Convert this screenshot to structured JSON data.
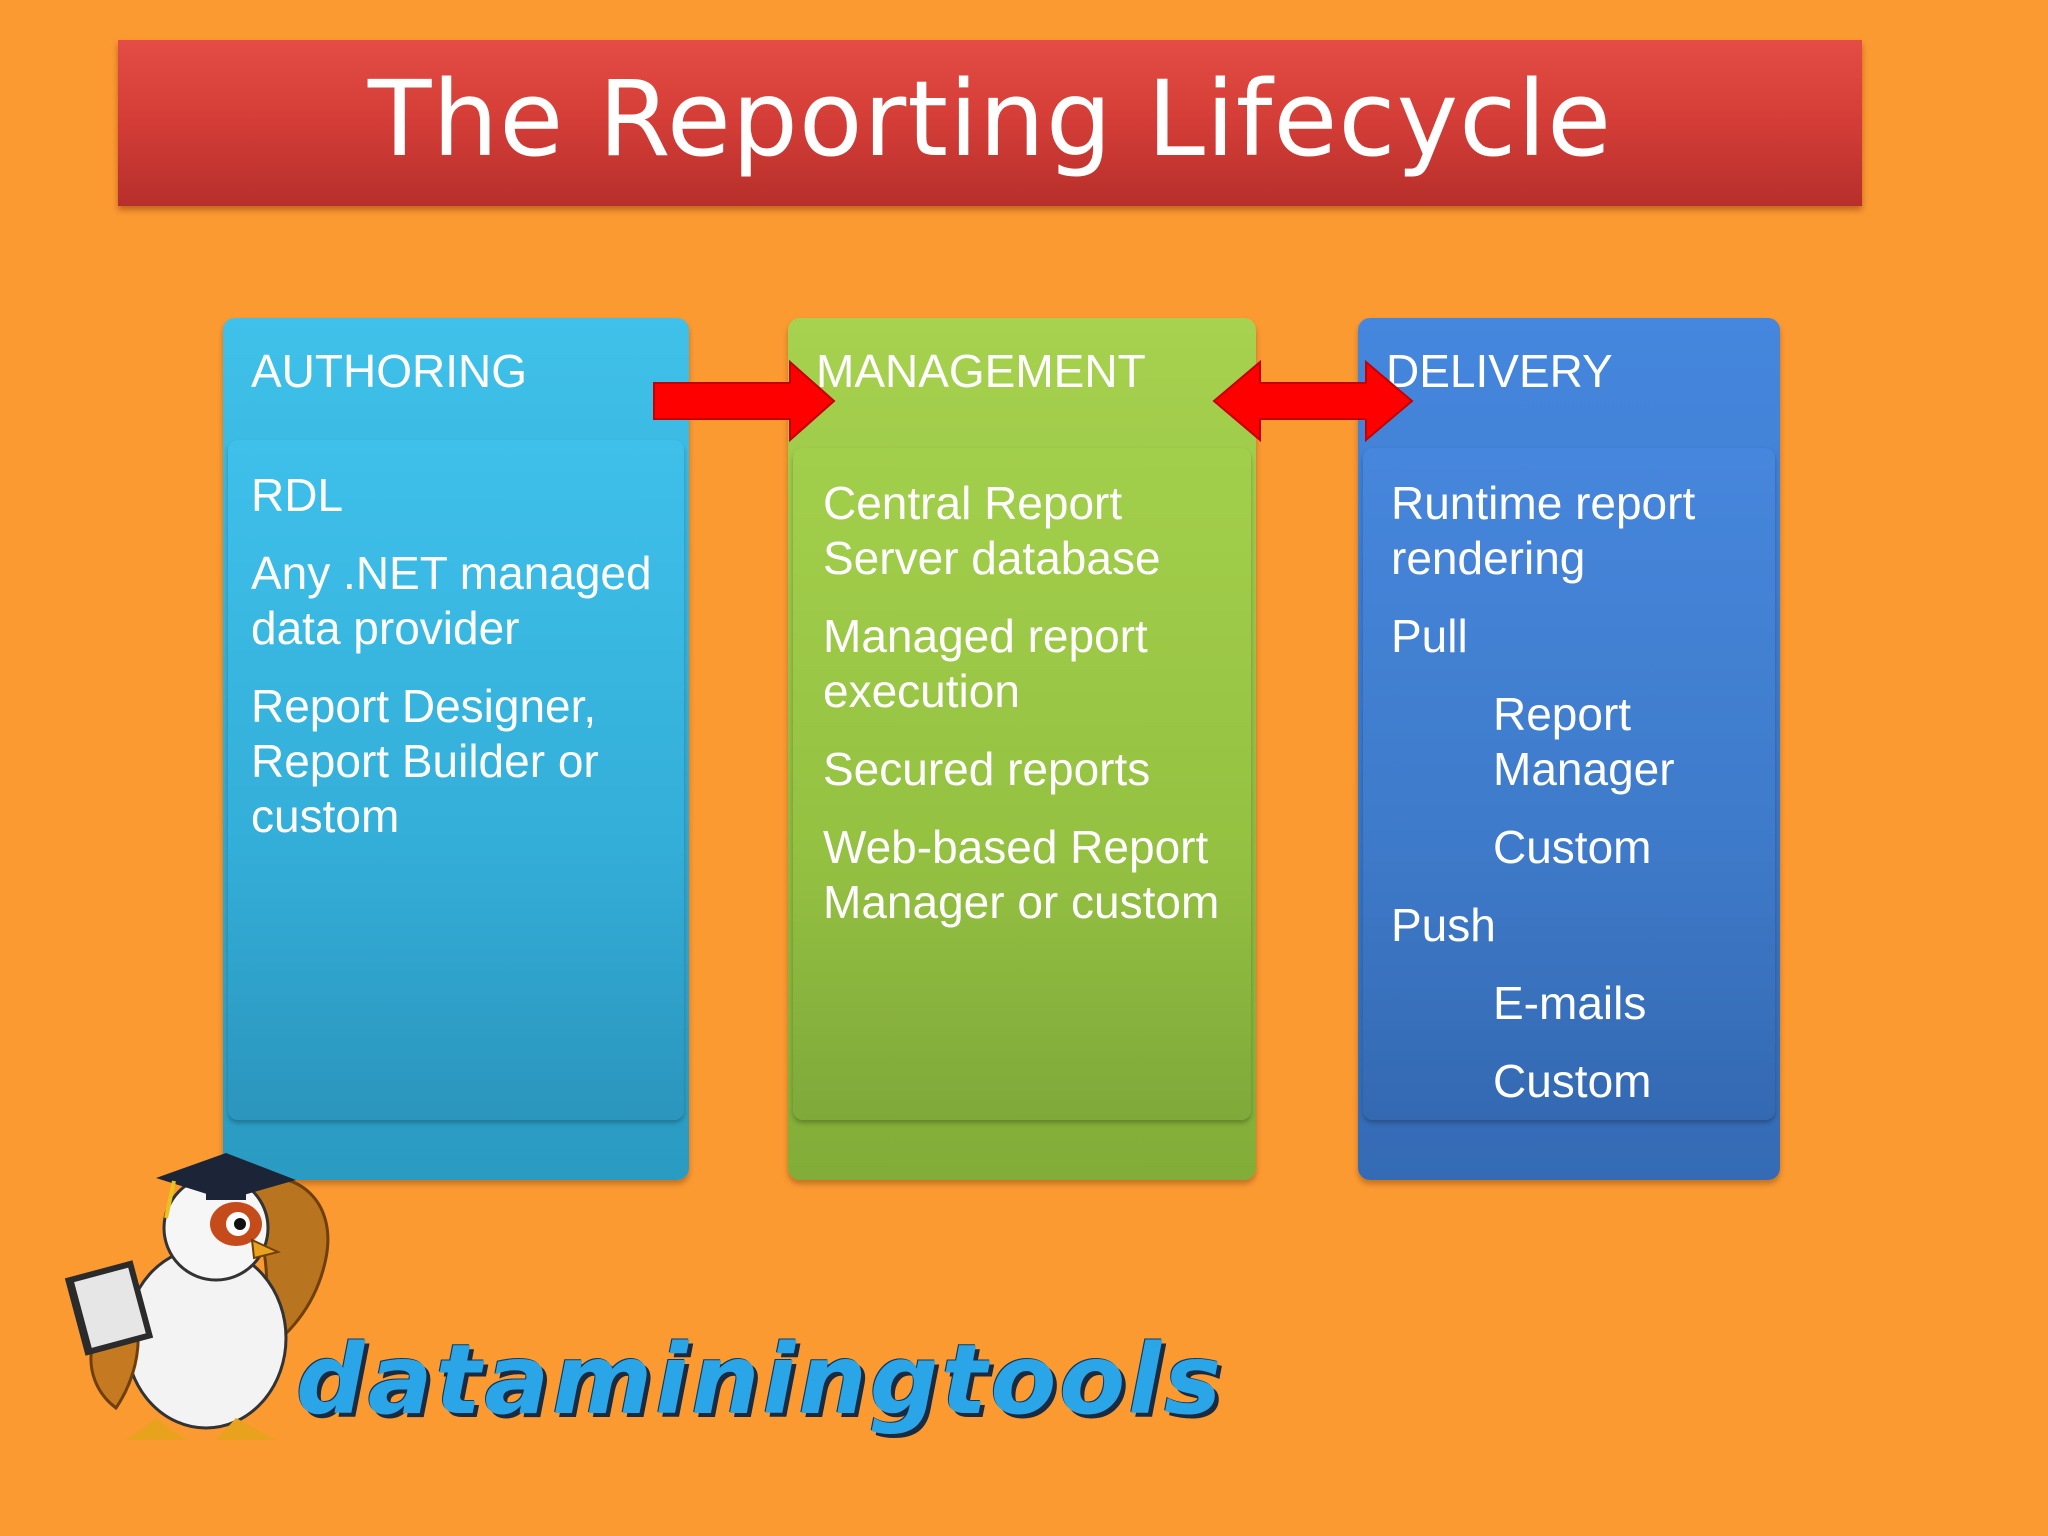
{
  "title": "The Reporting Lifecycle",
  "columns": [
    {
      "name": "authoring",
      "heading": "AUTHORING",
      "color": "#3fc1ea",
      "items": [
        {
          "text": "RDL",
          "level": 0
        },
        {
          "text": "Any .NET managed data provider",
          "level": 0
        },
        {
          "text": "Report Designer, Report Builder or custom",
          "level": 0
        }
      ]
    },
    {
      "name": "management",
      "heading": "MANAGEMENT",
      "color": "#a6d24f",
      "items": [
        {
          "text": "Central Report Server database",
          "level": 0
        },
        {
          "text": "Managed report execution",
          "level": 0
        },
        {
          "text": "Secured reports",
          "level": 0
        },
        {
          "text": "Web-based Report Manager or custom",
          "level": 0
        }
      ]
    },
    {
      "name": "delivery",
      "heading": "DELIVERY",
      "color": "#4587de",
      "items": [
        {
          "text": "Runtime report rendering",
          "level": 0
        },
        {
          "text": "Pull",
          "level": 0
        },
        {
          "text": "Report Manager",
          "level": 1
        },
        {
          "text": "Custom",
          "level": 1
        },
        {
          "text": "Push",
          "level": 0
        },
        {
          "text": "E-mails",
          "level": 1
        },
        {
          "text": "Custom",
          "level": 1
        }
      ]
    }
  ],
  "connectors": [
    {
      "from": "authoring",
      "to": "management",
      "direction": "one-way"
    },
    {
      "from": "management",
      "to": "delivery",
      "direction": "two-way"
    }
  ],
  "arrow_color": "#ff0000",
  "logo": {
    "text": "dataminingtools",
    "icon": "owl-graduate-icon"
  }
}
